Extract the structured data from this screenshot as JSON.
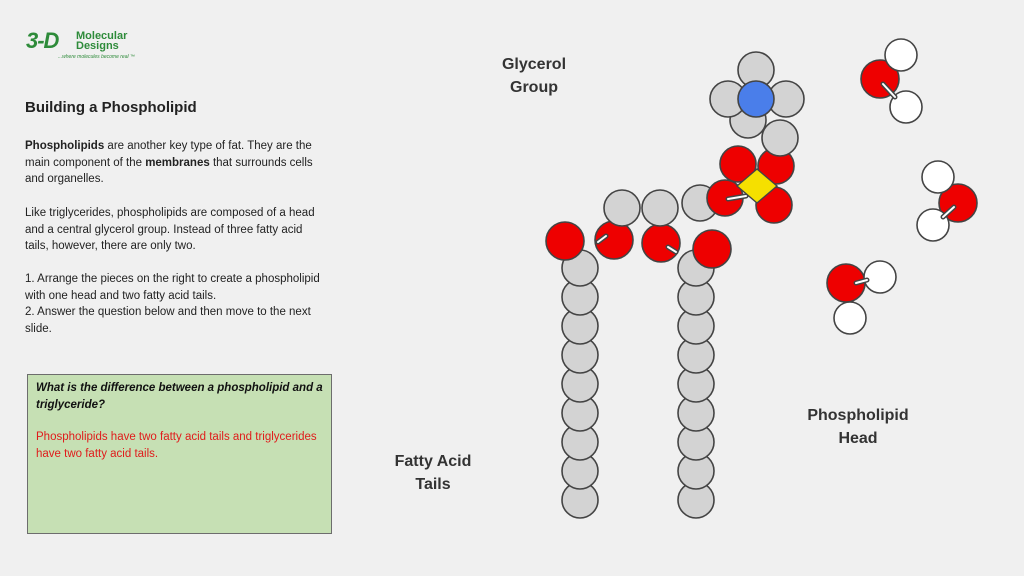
{
  "logo": {
    "mark": "3-D",
    "name_line1": "Molecular",
    "name_line2": "Designs",
    "tagline": "...where molecules become real ™"
  },
  "title": "Building a Phospholipid",
  "intro": {
    "bold1": "Phospholipids",
    "text1": " are another key type of fat. They are the main component of the ",
    "bold2": "membranes",
    "text2": " that surrounds cells and organelles."
  },
  "paragraph2": "Like triglycerides, phospholipids are composed of a head and a central glycerol group. Instead of three fatty acid tails, however, there are only two.",
  "steps": [
    "1. Arrange the pieces on the right to create a phospholipid with one head and two fatty acid tails.",
    "2. Answer the question below and then move to the next slide."
  ],
  "question_box": {
    "question": "What is the difference between a phospholipid and a triglyceride?",
    "answer": "Phospholipids have two fatty acid tails and triglycerides have two fatty acid tails."
  },
  "labels": {
    "glycerol_1": "Glycerol",
    "glycerol_2": "Group",
    "head_1": "Phospholipid",
    "head_2": "Head",
    "tails_1": "Fatty Acid",
    "tails_2": "Tails"
  },
  "colors": {
    "carbon": "#d3d3d3",
    "oxygen": "#ee0000",
    "hydrogen": "#ffffff",
    "nitrogen": "#4a7eea",
    "phosphorus": "#f5e000",
    "logo_green": "#2e8b3a",
    "answer_red": "#e01b1b",
    "box_green": "#c6e0b4"
  }
}
